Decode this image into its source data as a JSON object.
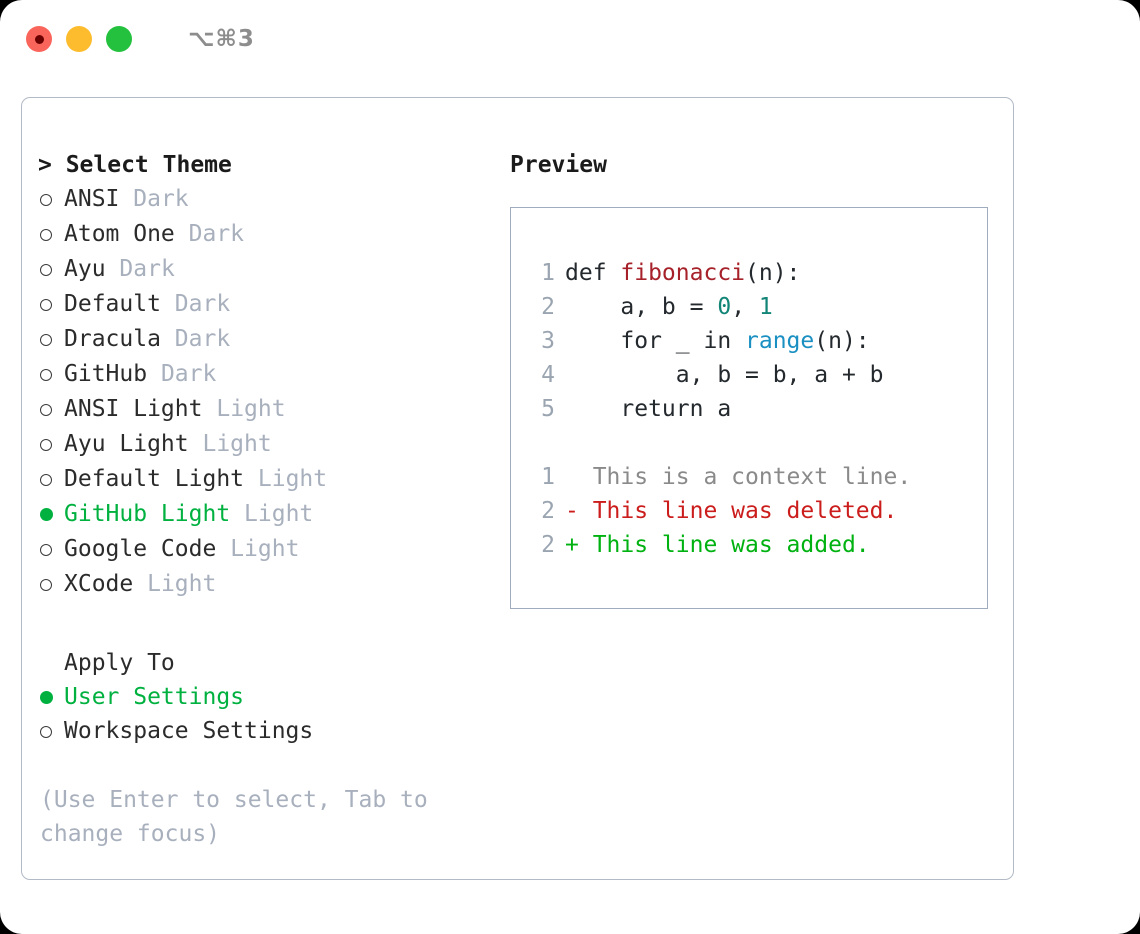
{
  "titlebar": {
    "shortcut": "⌥⌘3",
    "dots": [
      {
        "name": "close-dot",
        "color": "#f9655b"
      },
      {
        "name": "minimize-dot",
        "color": "#fcbc2d"
      },
      {
        "name": "maximize-dot",
        "color": "#24c13f"
      }
    ]
  },
  "theme_picker": {
    "heading": "> Select Theme",
    "items": [
      {
        "marker": "hollow",
        "name": "ANSI",
        "variant": "Dark",
        "selected": false
      },
      {
        "marker": "hollow",
        "name": "Atom One",
        "variant": "Dark",
        "selected": false
      },
      {
        "marker": "hollow",
        "name": "Ayu",
        "variant": "Dark",
        "selected": false
      },
      {
        "marker": "hollow",
        "name": "Default",
        "variant": "Dark",
        "selected": false
      },
      {
        "marker": "hollow",
        "name": "Dracula",
        "variant": "Dark",
        "selected": false
      },
      {
        "marker": "hollow",
        "name": "GitHub",
        "variant": "Dark",
        "selected": false
      },
      {
        "marker": "hollow",
        "name": "ANSI Light",
        "variant": "Light",
        "selected": false
      },
      {
        "marker": "hollow",
        "name": "Ayu Light",
        "variant": "Light",
        "selected": false
      },
      {
        "marker": "hollow",
        "name": "Default Light",
        "variant": "Light",
        "selected": false
      },
      {
        "marker": "filled",
        "name": "GitHub Light",
        "variant": "Light",
        "selected": true
      },
      {
        "marker": "hollow",
        "name": "Google Code",
        "variant": "Light",
        "selected": false
      },
      {
        "marker": "hollow",
        "name": "XCode",
        "variant": "Light",
        "selected": false
      }
    ]
  },
  "apply_to": {
    "heading": "Apply To",
    "items": [
      {
        "marker": "filled",
        "name": "User Settings",
        "selected": true
      },
      {
        "marker": "hollow",
        "name": "Workspace Settings",
        "selected": false
      }
    ]
  },
  "hint": "(Use Enter to select, Tab to change focus)",
  "preview": {
    "title": "Preview",
    "code_lines": [
      {
        "no": "1",
        "tokens": [
          {
            "t": "def ",
            "c": "plain"
          },
          {
            "t": "fibonacci",
            "c": "func"
          },
          {
            "t": "(n):",
            "c": "plain"
          }
        ]
      },
      {
        "no": "2",
        "tokens": [
          {
            "t": "    a, b = ",
            "c": "plain"
          },
          {
            "t": "0",
            "c": "num"
          },
          {
            "t": ", ",
            "c": "plain"
          },
          {
            "t": "1",
            "c": "num"
          }
        ]
      },
      {
        "no": "3",
        "tokens": [
          {
            "t": "    for _ in ",
            "c": "plain"
          },
          {
            "t": "range",
            "c": "builtin"
          },
          {
            "t": "(n):",
            "c": "plain"
          }
        ]
      },
      {
        "no": "4",
        "tokens": [
          {
            "t": "        a, b = b, a + b",
            "c": "plain"
          }
        ]
      },
      {
        "no": "5",
        "tokens": [
          {
            "t": "    return a",
            "c": "plain"
          }
        ]
      }
    ],
    "diff_lines": [
      {
        "no": "1",
        "prefix": "  ",
        "text": "This is a context line.",
        "kind": "context"
      },
      {
        "no": "2",
        "prefix": "- ",
        "text": "This line was deleted.",
        "kind": "del"
      },
      {
        "no": "2",
        "prefix": "+ ",
        "text": "This line was added.",
        "kind": "add"
      }
    ]
  },
  "colors": {
    "accent_green": "#00b140",
    "diff_add": "#00b211",
    "diff_del": "#cc1d1d",
    "muted": "#a8b0bd",
    "border": "#b2bac6",
    "func": "#a6212a",
    "num": "#128577",
    "builtin": "#1a8fc1"
  }
}
